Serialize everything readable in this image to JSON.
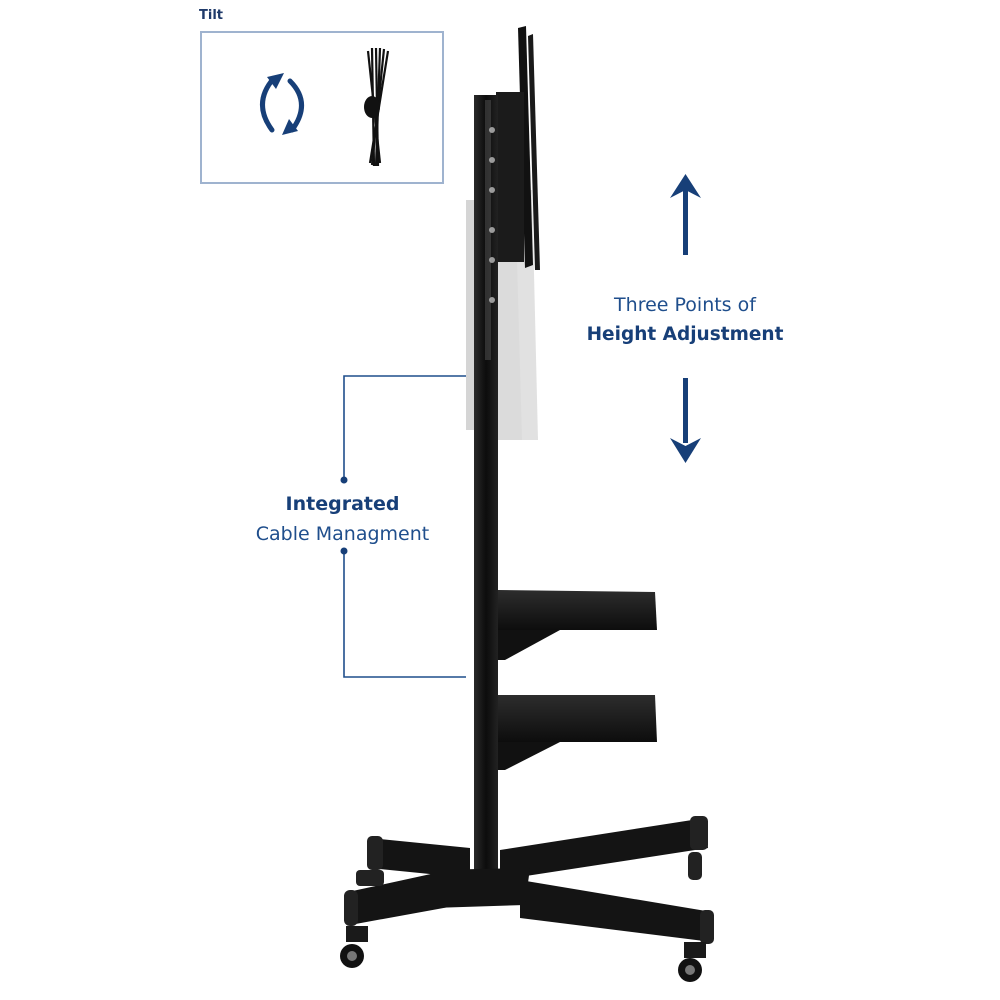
{
  "tilt_panel": {
    "title": "Tilt",
    "icons": [
      "rotate-arrows-icon",
      "tilting-monitor-icon"
    ]
  },
  "height_callout": {
    "line1": "Three Points of",
    "line2": "Height Adjustment",
    "icons": [
      "arrow-up-icon",
      "arrow-down-icon"
    ]
  },
  "cable_callout": {
    "line1": "Integrated",
    "line2": "Cable Managment"
  },
  "colors": {
    "accent_blue": "#1f4e8c",
    "dark_blue": "#173f78",
    "box_border": "#9fb3cf",
    "product_black": "#111111"
  }
}
